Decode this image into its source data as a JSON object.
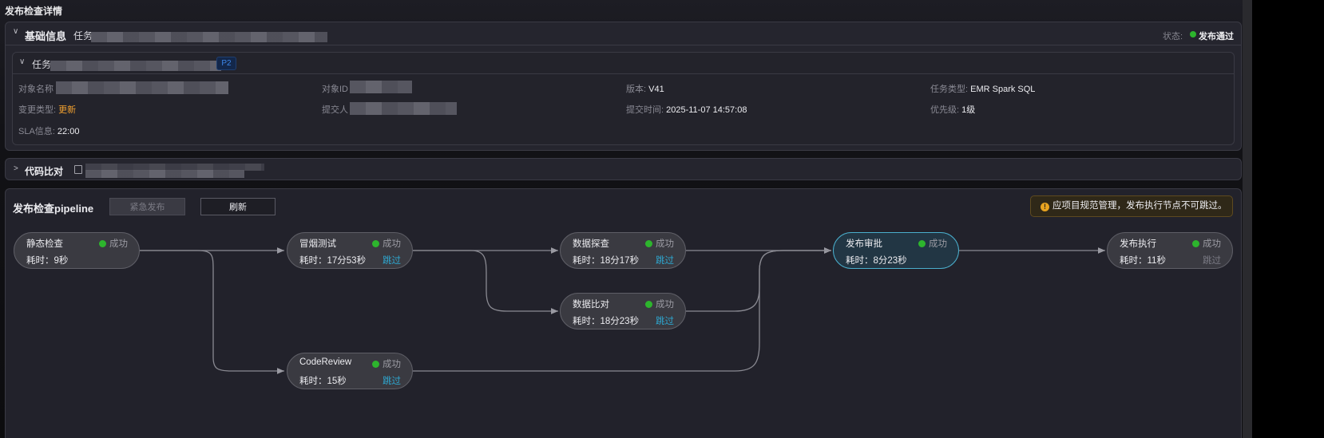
{
  "page_title": "发布检查详情",
  "basic_info": {
    "title": "基础信息",
    "task_prefix": "任务",
    "status_label": "状态:",
    "status_value": "发布通过",
    "status_color": "#2db52d"
  },
  "task_card": {
    "title": "任务",
    "priority_badge": "P2",
    "fields": {
      "object_name_label": "对象名称",
      "object_id_label": "对象ID",
      "version_label": "版本:",
      "version_value": "V41",
      "task_type_label": "任务类型:",
      "task_type_value": "EMR Spark SQL",
      "change_type_label": "变更类型:",
      "change_type_value": "更新",
      "submitter_label": "提交人",
      "submit_time_label": "提交时间:",
      "submit_time_value": "2025-11-07 14:57:08",
      "priority_label": "优先级:",
      "priority_value": "1级",
      "sla_label": "SLA信息:",
      "sla_value": "22:00"
    }
  },
  "code_compare": {
    "title": "代码比对"
  },
  "pipeline": {
    "title": "发布检查pipeline",
    "urgent_button": "紧急发布",
    "refresh_button": "刷新",
    "warning": "应项目规范管理，发布执行节点不可跳过。",
    "warning_icon": "!",
    "nodes": [
      {
        "id": "static",
        "name": "静态检查",
        "status": "成功",
        "duration": "耗时：9秒",
        "skip": ""
      },
      {
        "id": "smoke",
        "name": "冒烟测试",
        "status": "成功",
        "duration": "耗时：17分53秒",
        "skip": "跳过"
      },
      {
        "id": "probe",
        "name": "数据探查",
        "status": "成功",
        "duration": "耗时：18分17秒",
        "skip": "跳过"
      },
      {
        "id": "compare",
        "name": "数据比对",
        "status": "成功",
        "duration": "耗时：18分23秒",
        "skip": "跳过"
      },
      {
        "id": "review",
        "name": "CodeReview",
        "status": "成功",
        "duration": "耗时：15秒",
        "skip": "跳过"
      },
      {
        "id": "approve",
        "name": "发布审批",
        "status": "成功",
        "duration": "耗时：8分23秒",
        "skip": ""
      },
      {
        "id": "exec",
        "name": "发布执行",
        "status": "成功",
        "duration": "耗时：11秒",
        "skip": "跳过"
      }
    ]
  }
}
